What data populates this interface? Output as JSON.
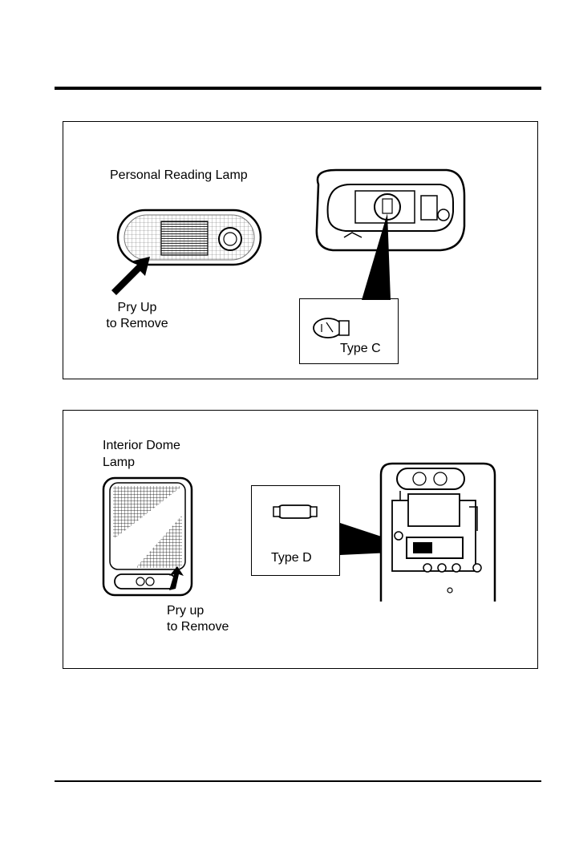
{
  "figure1": {
    "lamp_label": "Personal Reading Lamp",
    "pry_line1": "Pry Up",
    "pry_line2": "to Remove",
    "bulb_label": "Type C"
  },
  "figure2": {
    "lamp_line1": "Interior Dome",
    "lamp_line2": "Lamp",
    "bulb_label": "Type D",
    "pry_line1": "Pry up",
    "pry_line2": "to Remove"
  }
}
